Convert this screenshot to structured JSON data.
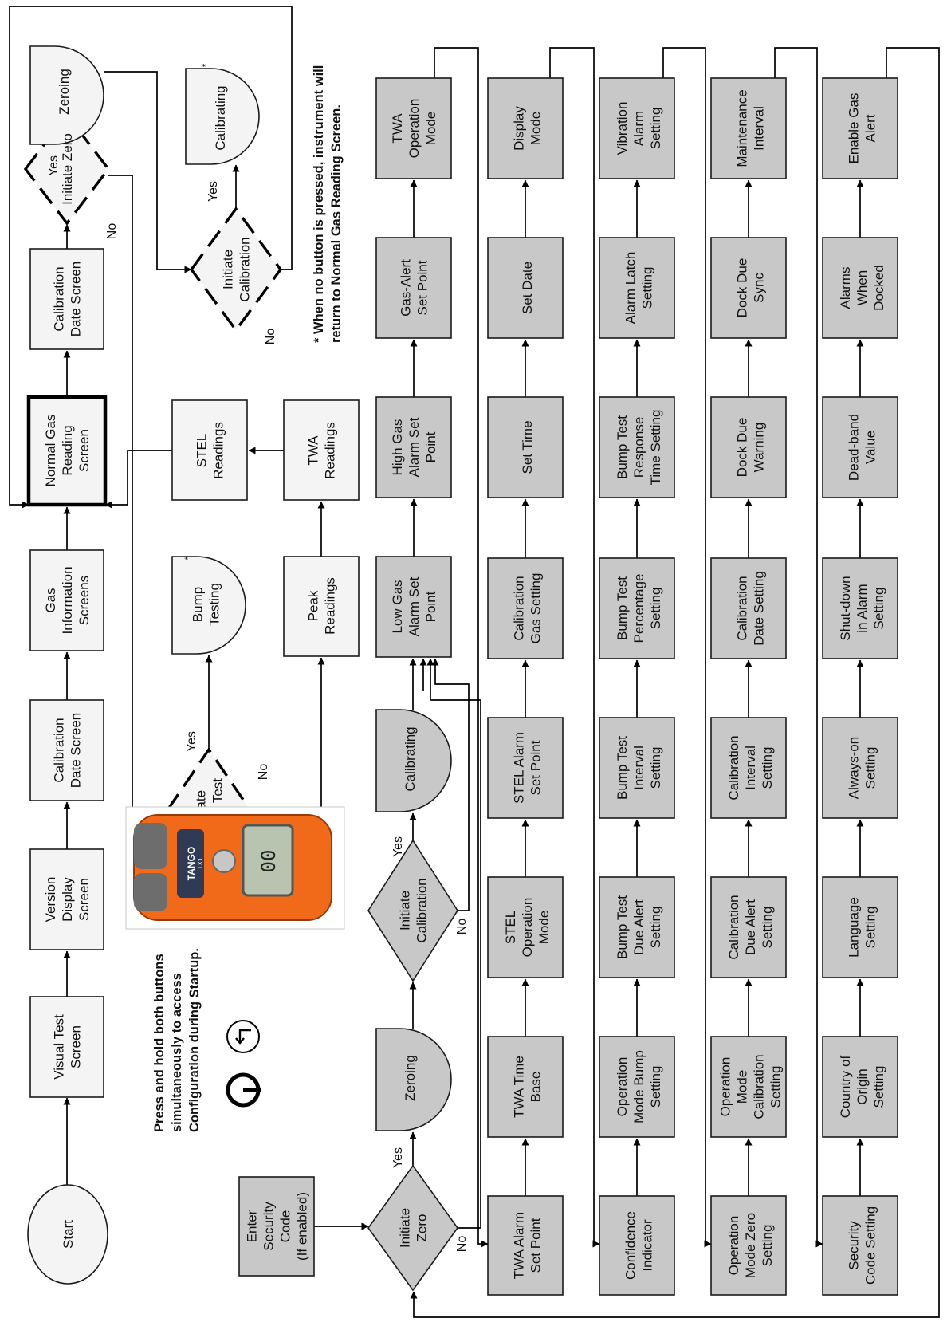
{
  "nodes": {
    "start": "Start",
    "visual_test": [
      "Visual Test",
      "Screen"
    ],
    "version_display": [
      "Version",
      "Display",
      "Screen"
    ],
    "cal_date_1": [
      "Calibration",
      "Date Screen"
    ],
    "gas_info": [
      "Gas",
      "Information",
      "Screens"
    ],
    "normal_gas": [
      "Normal Gas",
      "Reading",
      "Screen"
    ],
    "cal_date_2": [
      "Calibration",
      "Date Screen"
    ],
    "initiate_zero_top": "Initiate Zero",
    "zeroing_top": "Zeroing",
    "initiate_cal_top": [
      "Initiate",
      "Calibration"
    ],
    "calibrating_top": "Calibrating",
    "stel_readings": [
      "STEL",
      "Readings"
    ],
    "twa_readings": [
      "TWA",
      "Readings"
    ],
    "peak_readings": [
      "Peak",
      "Readings"
    ],
    "initiate_bump": [
      "Initiate",
      "Bump Test"
    ],
    "bump_testing": [
      "Bump",
      "Testing"
    ],
    "enter_security": [
      "Enter",
      "Security",
      "Code",
      "(If enabled)"
    ],
    "initiate_zero_cfg": [
      "Initiate",
      "Zero"
    ],
    "zeroing_cfg": "Zeroing",
    "initiate_cal_cfg": [
      "Initiate",
      "Calibration"
    ],
    "calibrating_cfg": "Calibrating",
    "low_gas": [
      "Low Gas",
      "Alarm Set",
      "Point"
    ],
    "high_gas": [
      "High Gas",
      "Alarm Set",
      "Point"
    ],
    "gas_alert_sp": [
      "Gas-Alert",
      "Set Point"
    ],
    "twa_op_mode": [
      "TWA",
      "Operation",
      "Mode"
    ]
  },
  "config_rows": [
    [
      [
        "TWA Alarm",
        "Set Point"
      ],
      [
        "TWA Time",
        "Base"
      ],
      [
        "STEL",
        "Operation",
        "Mode"
      ],
      [
        "STEL Alarm",
        "Set Point"
      ],
      [
        "Calibration",
        "Gas Setting"
      ],
      [
        "Set Time"
      ],
      [
        "Set Date"
      ],
      [
        "Display",
        "Mode"
      ]
    ],
    [
      [
        "Confidence",
        "Indicator"
      ],
      [
        "Operation",
        "Mode Bump",
        "Setting"
      ],
      [
        "Bump Test",
        "Due Alert",
        "Setting"
      ],
      [
        "Bump Test",
        "Interval",
        "Setting"
      ],
      [
        "Bump Test",
        "Percentage",
        "Setting"
      ],
      [
        "Bump Test",
        "Response",
        "Time Setting"
      ],
      [
        "Alarm Latch",
        "Setting"
      ],
      [
        "Vibration",
        "Alarm",
        "Setting"
      ]
    ],
    [
      [
        "Operation",
        "Mode Zero",
        "Setting"
      ],
      [
        "Operation",
        "Mode",
        "Calibration",
        "Setting"
      ],
      [
        "Calibration",
        "Due Alert",
        "Setting"
      ],
      [
        "Calibration",
        "Interval",
        "Setting"
      ],
      [
        "Calibration",
        "Date Setting"
      ],
      [
        "Dock Due",
        "Warning"
      ],
      [
        "Dock Due",
        "Sync"
      ],
      [
        "Maintenance",
        "Interval"
      ]
    ],
    [
      [
        "Security",
        "Code Setting"
      ],
      [
        "Country of",
        "Origin",
        "Setting"
      ],
      [
        "Language",
        "Setting"
      ],
      [
        "Always-on",
        "Setting"
      ],
      [
        "Shut-down",
        "in Alarm",
        "Setting"
      ],
      [
        "Dead-band",
        "Value"
      ],
      [
        "Alarms",
        "When",
        "Docked"
      ],
      [
        "Enable Gas",
        "Alert"
      ]
    ]
  ],
  "labels": {
    "yes": "Yes",
    "no": "No",
    "asterisk": "*"
  },
  "notes": {
    "press_hold": [
      "Press and hold both buttons",
      "simultaneously to access",
      "Configuration during Startup."
    ],
    "no_button": [
      "* When no button is pressed, instrument will",
      "return to Normal Gas Reading Screen."
    ]
  },
  "device": {
    "brand": "TANGO",
    "model": "TX1",
    "display": "00",
    "body_color": "#f06a1a"
  },
  "icons": [
    "power-icon",
    "enter-arrow-icon"
  ]
}
